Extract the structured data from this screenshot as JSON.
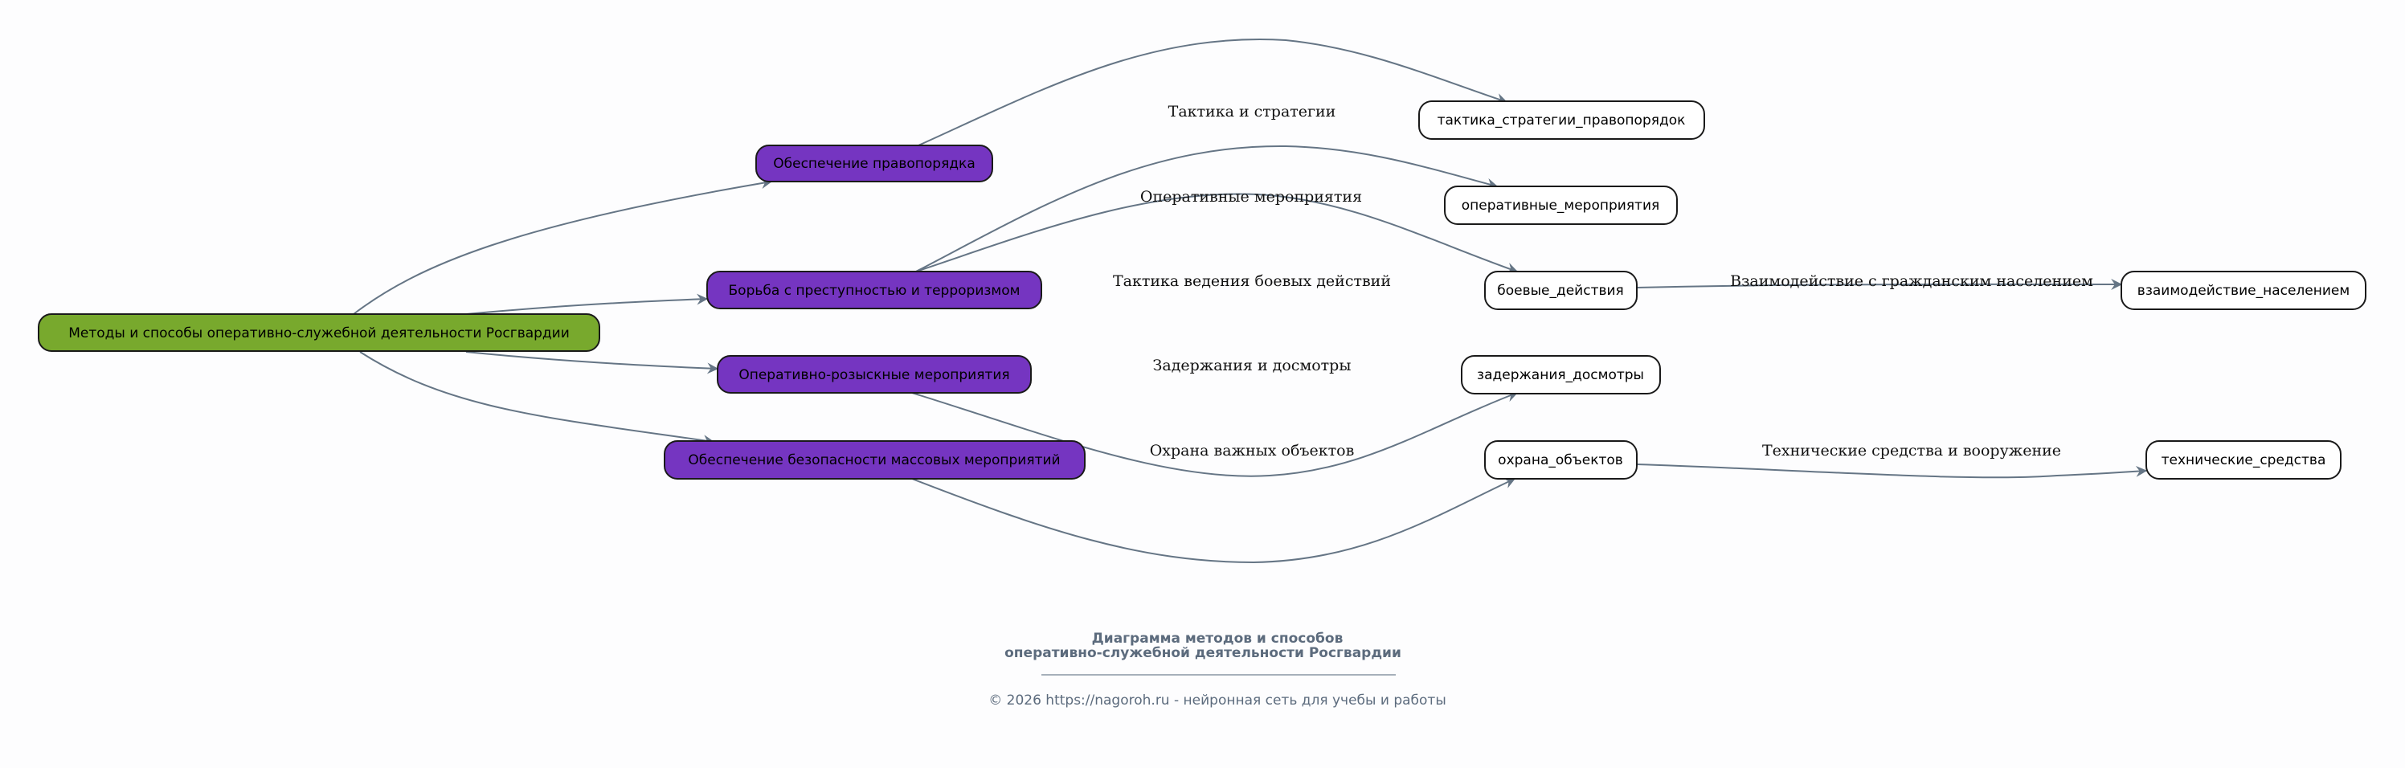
{
  "colors": {
    "root_fill": "#78a92d",
    "category_fill": "#7535c1",
    "leaf_fill": "#ffffff",
    "edge": "#657585",
    "footer_text": "#5c6b7d"
  },
  "nodes": {
    "root": "Методы и способы оперативно-служебной деятельности Росгвардии",
    "law_order": "Обеспечение правопорядка",
    "crime_terror": "Борьба с преступностью и терроризмом",
    "ops_search": "Оперативно-розыскные мероприятия",
    "mass_events": "Обеспечение безопасности массовых мероприятий",
    "tactics": "тактика_стратегии_правопорядок",
    "operations": "оперативные_мероприятия",
    "combat": "боевые_действия",
    "interaction": "взаимодействие_населением",
    "detentions": "задержания_досмотры",
    "guarding": "охрана_объектов",
    "technical": "технические_средства"
  },
  "edge_labels": {
    "tactics": "Тактика и стратегии",
    "operations": "Оперативные мероприятия",
    "combat": "Тактика ведения боевых действий",
    "detentions": "Задержания и досмотры",
    "guarding": "Охрана важных объектов",
    "interaction": "Взаимодействие с гражданским населением",
    "technical": "Технические средства и вооружение"
  },
  "edges": [
    {
      "from": "root",
      "to": "law_order",
      "label": ""
    },
    {
      "from": "root",
      "to": "crime_terror",
      "label": ""
    },
    {
      "from": "root",
      "to": "ops_search",
      "label": ""
    },
    {
      "from": "root",
      "to": "mass_events",
      "label": ""
    },
    {
      "from": "law_order",
      "to": "tactics",
      "label": "Тактика и стратегии"
    },
    {
      "from": "crime_terror",
      "to": "operations",
      "label": "Оперативные мероприятия"
    },
    {
      "from": "crime_terror",
      "to": "combat",
      "label": "Тактика ведения боевых действий"
    },
    {
      "from": "ops_search",
      "to": "detentions",
      "label": "Задержания и досмотры"
    },
    {
      "from": "mass_events",
      "to": "guarding",
      "label": "Охрана важных объектов"
    },
    {
      "from": "combat",
      "to": "interaction",
      "label": "Взаимодействие с гражданским населением"
    },
    {
      "from": "guarding",
      "to": "technical",
      "label": "Технические средства и вооружение"
    }
  ],
  "footer": {
    "title_line1": "Диаграмма методов и способов",
    "title_line2": "оперативно-служебной деятельности Росгвардии",
    "copyright": "© 2026 https://nagoroh.ru - нейронная сеть для учебы и работы"
  }
}
